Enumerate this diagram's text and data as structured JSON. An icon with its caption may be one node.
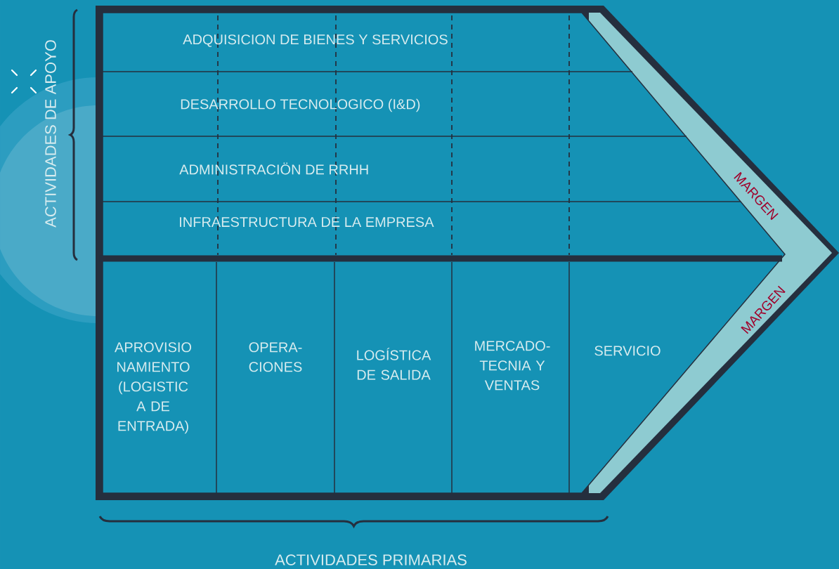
{
  "diagram": {
    "nodes": [
      {
        "text": [
          "ADQUISICION DE BIENES Y SERVICIOS"
        ]
      },
      {
        "text": [
          "DESARROLLO TECNOLOGICO (I&D)"
        ]
      },
      {
        "text": [
          "ADMINISTRACIÖN DE RRHH"
        ]
      },
      {
        "text": [
          "INFRAESTRUCTURA DE LA EMPRESA"
        ]
      },
      {
        "text": [
          "APROVISIO NAMIENTO (LOGISTIC A DE ENTRADA)"
        ]
      },
      {
        "text": [
          "OPERA- CIONES"
        ]
      },
      {
        "text": [
          "LOGÍSTICA DE SALIDA"
        ]
      },
      {
        "text": [
          "MERCADO- TECNIA Y VENTAS"
        ]
      },
      {
        "text": [
          "SERVICIO"
        ]
      }
    ],
    "labels": [
      "ACTIVIDADES DE APOYO",
      "MARGEN",
      "MARGEN",
      "ACTIVIDADES PRIMARIAS"
    ]
  }
}
